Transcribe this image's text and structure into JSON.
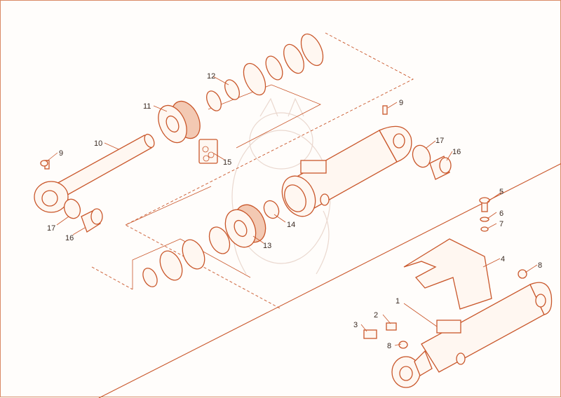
{
  "diagram": {
    "colors": {
      "line": "#c9572b",
      "fill": "#fff7f1",
      "label": "#3a2a22",
      "watermark": "#ead8cf"
    },
    "labels": {
      "l1": "1",
      "l2": "2",
      "l3": "3",
      "l4": "4",
      "l5": "5",
      "l6": "6",
      "l7": "7",
      "l8a": "8",
      "l8b": "8",
      "l9a": "9",
      "l9b": "9",
      "l10": "10",
      "l11": "11",
      "l12": "12",
      "l13": "13",
      "l14": "14",
      "l15": "15",
      "l16a": "16",
      "l16b": "16",
      "l17a": "17",
      "l17b": "17"
    }
  }
}
